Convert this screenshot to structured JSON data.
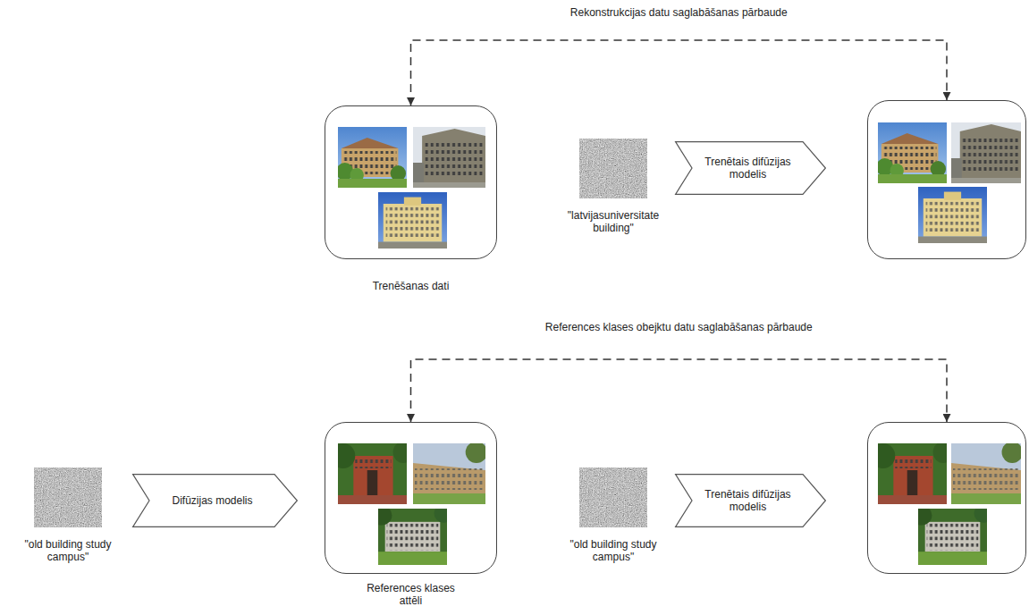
{
  "diagram": {
    "nodes": [
      {
        "text": [
          "Trenēšanas dati"
        ]
      },
      {
        "text": [
          "\"latvijasuniversitate building\""
        ]
      },
      {
        "text": [
          "Trenētais difūzijas modelis"
        ]
      },
      {
        "text": []
      },
      {
        "text": [
          "\"old building study campus\""
        ]
      },
      {
        "text": [
          "Difūzijas modelis"
        ]
      },
      {
        "text": [
          "References klases attēli"
        ]
      },
      {
        "text": [
          "\"old building study campus\""
        ]
      },
      {
        "text": [
          "Trenētais difūzijas modelis"
        ]
      },
      {
        "text": []
      }
    ],
    "edges": [
      {
        "from": 0,
        "to": 3,
        "arrow": "both",
        "label": "Rekonstrukcijas datu saglabāšanas pārbaude"
      },
      {
        "from": 6,
        "to": 9,
        "arrow": "both",
        "label": "References klases obejktu datu saglabāšanas pārbaude"
      }
    ]
  }
}
